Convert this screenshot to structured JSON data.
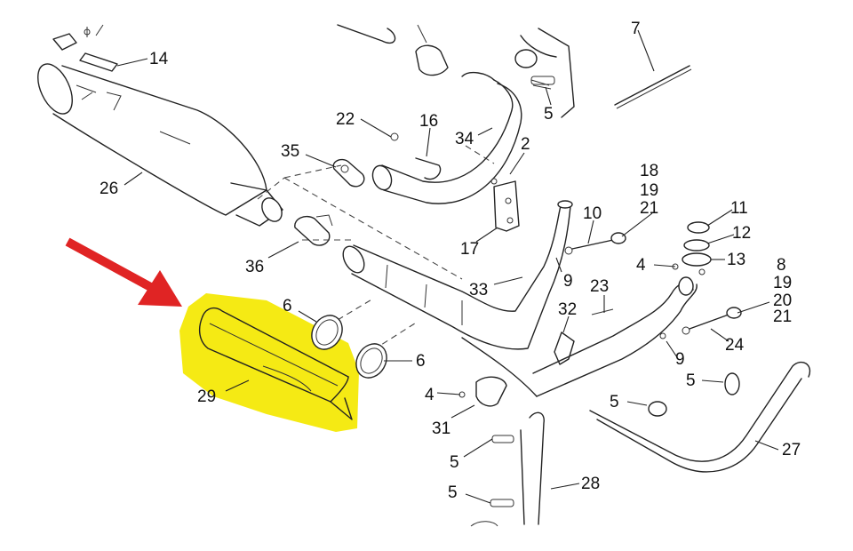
{
  "diagram": {
    "callouts": [
      {
        "id": "c14",
        "text": "14"
      },
      {
        "id": "c26",
        "text": "26"
      },
      {
        "id": "c22",
        "text": "22"
      },
      {
        "id": "c16",
        "text": "16"
      },
      {
        "id": "c35",
        "text": "35"
      },
      {
        "id": "c34",
        "text": "34"
      },
      {
        "id": "c2",
        "text": "2"
      },
      {
        "id": "c5a",
        "text": "5"
      },
      {
        "id": "c7",
        "text": "7"
      },
      {
        "id": "c18",
        "text": "18"
      },
      {
        "id": "c19a",
        "text": "19"
      },
      {
        "id": "c21a",
        "text": "21"
      },
      {
        "id": "c10",
        "text": "10"
      },
      {
        "id": "c11",
        "text": "11"
      },
      {
        "id": "c12",
        "text": "12"
      },
      {
        "id": "c13",
        "text": "13"
      },
      {
        "id": "c4a",
        "text": "4"
      },
      {
        "id": "c9a",
        "text": "9"
      },
      {
        "id": "c17",
        "text": "17"
      },
      {
        "id": "c36",
        "text": "36"
      },
      {
        "id": "c33",
        "text": "33"
      },
      {
        "id": "c23",
        "text": "23"
      },
      {
        "id": "c32",
        "text": "32"
      },
      {
        "id": "c8",
        "text": "8"
      },
      {
        "id": "c19b",
        "text": "19"
      },
      {
        "id": "c20",
        "text": "20"
      },
      {
        "id": "c21b",
        "text": "21"
      },
      {
        "id": "c24",
        "text": "24"
      },
      {
        "id": "c6a",
        "text": "6"
      },
      {
        "id": "c6b",
        "text": "6"
      },
      {
        "id": "c9b",
        "text": "9"
      },
      {
        "id": "c5b",
        "text": "5"
      },
      {
        "id": "c29",
        "text": "29"
      },
      {
        "id": "c4b",
        "text": "4"
      },
      {
        "id": "c31",
        "text": "31"
      },
      {
        "id": "c5c",
        "text": "5"
      },
      {
        "id": "c27",
        "text": "27"
      },
      {
        "id": "c5d",
        "text": "5"
      },
      {
        "id": "c28",
        "text": "28"
      },
      {
        "id": "c5e",
        "text": "5"
      }
    ],
    "highlight_color": "#f5ea14",
    "arrow_color": "#e02424",
    "highlighted_part": "29"
  }
}
